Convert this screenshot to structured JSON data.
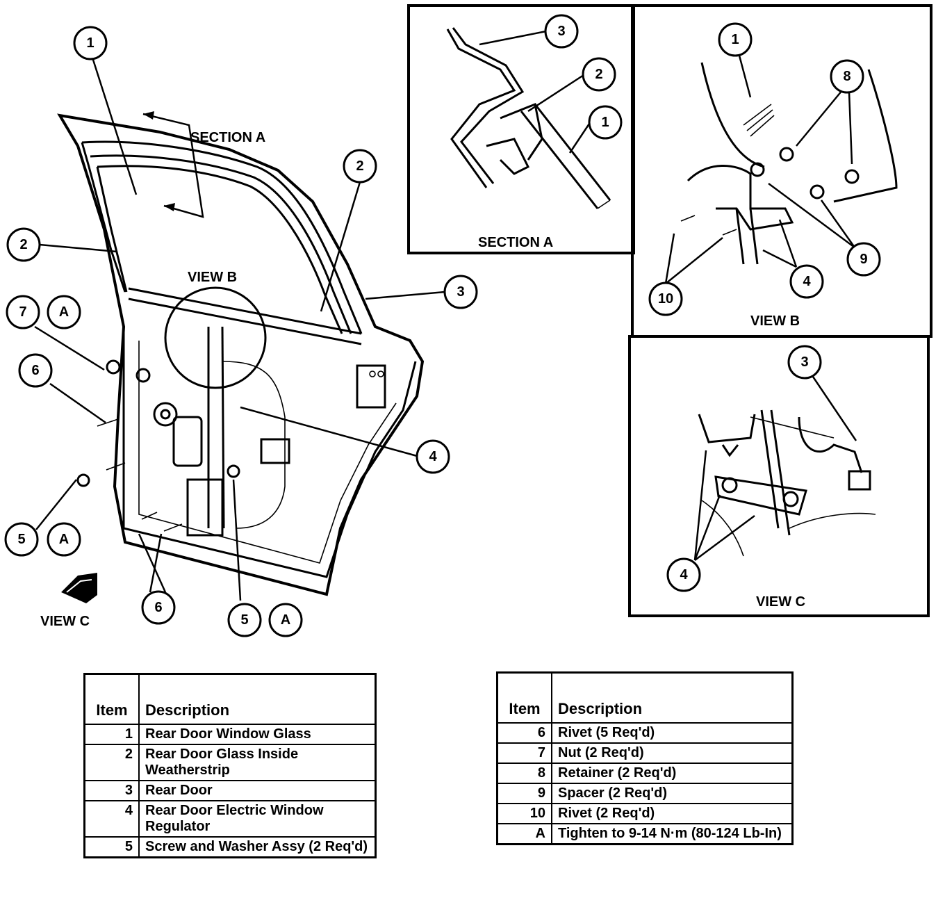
{
  "labels": {
    "section_a_main": "SECTION A",
    "view_b_main": "VIEW B",
    "view_c_main": "VIEW C",
    "section_a_panel": "SECTION A",
    "view_b_panel": "VIEW B",
    "view_c_panel": "VIEW C"
  },
  "callouts": {
    "main": [
      "1",
      "2",
      "2",
      "3",
      "4",
      "7",
      "A",
      "6",
      "5",
      "A",
      "6",
      "5",
      "A"
    ],
    "section_a": [
      "3",
      "2",
      "1"
    ],
    "view_b": [
      "1",
      "8",
      "9",
      "4",
      "10"
    ],
    "view_c": [
      "3",
      "4"
    ]
  },
  "legend_left": {
    "headers": [
      "Item",
      "Description"
    ],
    "rows": [
      {
        "item": "1",
        "description": "Rear Door Window Glass"
      },
      {
        "item": "2",
        "description": "Rear Door Glass Inside Weatherstrip"
      },
      {
        "item": "3",
        "description": "Rear Door"
      },
      {
        "item": "4",
        "description": "Rear Door Electric Window Regulator"
      },
      {
        "item": "5",
        "description": "Screw and Washer Assy (2 Req'd)"
      }
    ]
  },
  "legend_right": {
    "headers": [
      "Item",
      "Description"
    ],
    "rows": [
      {
        "item": "6",
        "description": "Rivet (5 Req'd)"
      },
      {
        "item": "7",
        "description": "Nut (2 Req'd)"
      },
      {
        "item": "8",
        "description": "Retainer (2 Req'd)"
      },
      {
        "item": "9",
        "description": "Spacer (2 Req'd)"
      },
      {
        "item": "10",
        "description": "Rivet (2 Req'd)"
      },
      {
        "item": "A",
        "description": "Tighten to 9-14 N·m (80-124 Lb-In)"
      }
    ]
  }
}
